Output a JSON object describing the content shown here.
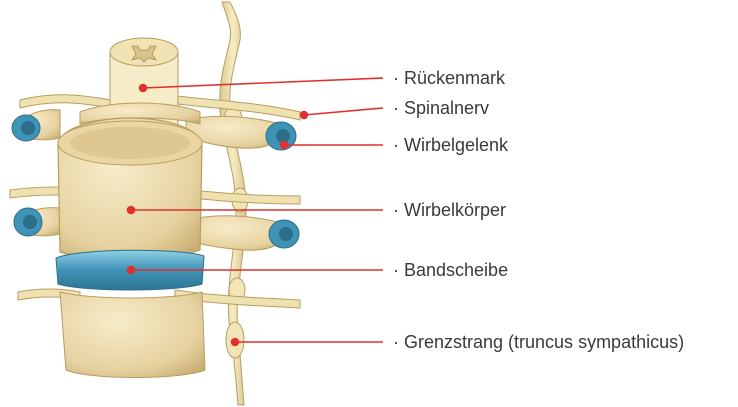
{
  "diagram": {
    "labels": [
      {
        "id": "rueckenmark",
        "text": "· Rückenmark"
      },
      {
        "id": "spinalnerv",
        "text": "· Spinalnerv"
      },
      {
        "id": "wirbelgelenk",
        "text": "· Wirbelgelenk"
      },
      {
        "id": "wirbelkoerper",
        "text": "· Wirbelkörper"
      },
      {
        "id": "bandscheibe",
        "text": "· Bandscheibe"
      },
      {
        "id": "grenzstrang",
        "text": "· Grenzstrang (truncus sympathicus)"
      }
    ],
    "colors": {
      "leader_line": "#e0312f",
      "bone": "#ecdcae",
      "bone_shadow": "#cdb57d",
      "disc": "#3f93b6",
      "nerve": "#f2e6b8",
      "text": "#3a3a3a"
    }
  }
}
